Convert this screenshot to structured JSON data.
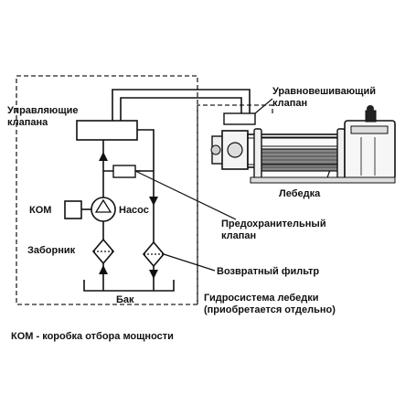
{
  "labels": {
    "control_valves_line1": "Управляющие",
    "control_valves_line2": "клапана",
    "balancing_valve_line1": "Уравновешивающий",
    "balancing_valve_line2": "клапан",
    "winch": "Лебедка",
    "kom": "КОМ",
    "pump": "Насос",
    "intake": "Заборник",
    "safety_valve_line1": "Предохранительный",
    "safety_valve_line2": "клапан",
    "return_filter": "Возвратный фильтр",
    "tank": "Бак",
    "winch_hydraulics_line1": "Гидросистема лебедки",
    "winch_hydraulics_line2": "(приобретается отдельно)",
    "footnote": "КОМ - коробка отбора мощности"
  }
}
